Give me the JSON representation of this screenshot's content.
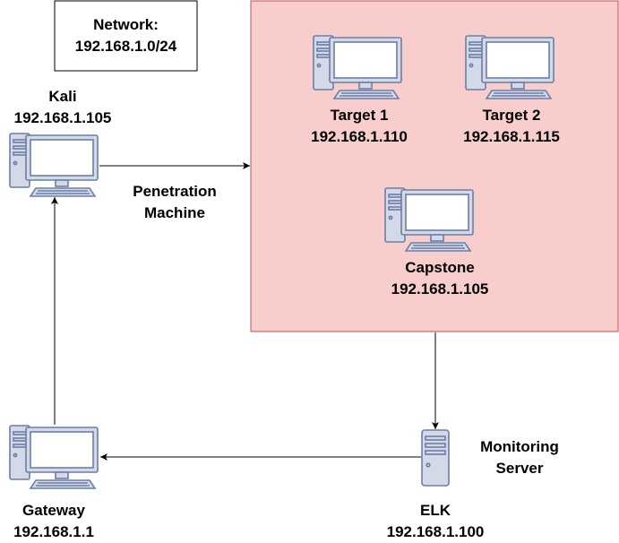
{
  "network_box": {
    "title": "Network:",
    "subnet": "192.168.1.0/24"
  },
  "nodes": {
    "kali": {
      "name": "Kali",
      "ip": "192.168.1.105",
      "icon": "desktop-computer-icon"
    },
    "target1": {
      "name": "Target 1",
      "ip": "192.168.1.110",
      "icon": "desktop-computer-icon"
    },
    "target2": {
      "name": "Target 2",
      "ip": "192.168.1.115",
      "icon": "desktop-computer-icon"
    },
    "capstone": {
      "name": "Capstone",
      "ip": "192.168.1.105",
      "icon": "desktop-computer-icon"
    },
    "gateway": {
      "name": "Gateway",
      "ip": "192.168.1.1",
      "icon": "desktop-computer-icon"
    },
    "elk": {
      "name": "ELK",
      "ip": "192.168.1.100",
      "icon": "server-tower-icon"
    }
  },
  "edge_labels": {
    "penetration": [
      "Penetration",
      "Machine"
    ],
    "monitoring": [
      "Monitoring",
      "Server"
    ]
  },
  "colors": {
    "target_zone_fill": "#f8cecc",
    "target_zone_stroke": "#b85450",
    "icon_fill": "#d4d9e8",
    "icon_stroke": "#6c7ea8",
    "screen_fill": "#ffffff",
    "line": "#000000"
  }
}
